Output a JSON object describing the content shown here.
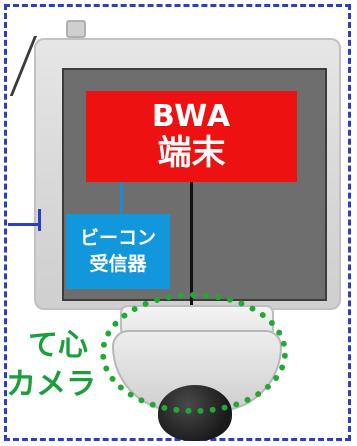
{
  "bwa_terminal": {
    "line1": "BWA",
    "line2": "端末"
  },
  "beacon_receiver": {
    "line1": "ビーコン",
    "line2": "受信器"
  },
  "camera_label": {
    "line1": "て心",
    "line2": "カメラ"
  },
  "colors": {
    "frame_border": "#2a3fc4",
    "bwa_box": "#ee1111",
    "beacon_box": "#1296dc",
    "camera_highlight": "#22a833",
    "camera_label_text": "#1a9f3c"
  }
}
